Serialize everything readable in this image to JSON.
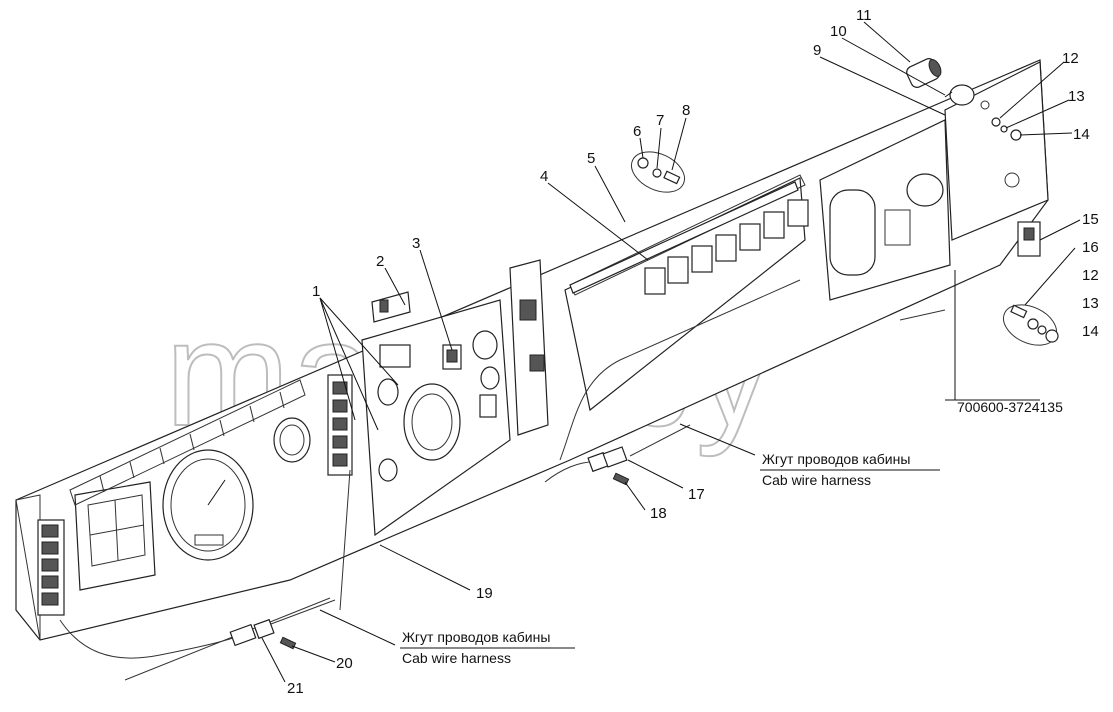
{
  "part_number": "700600-3724135",
  "watermark": "mazik.by",
  "harness_labels": [
    {
      "ru": "Жгут проводов кабины",
      "en": "Cab wire harness"
    },
    {
      "ru": "Жгут проводов кабины",
      "en": "Cab wire harness"
    }
  ],
  "callouts": [
    "1",
    "2",
    "3",
    "4",
    "5",
    "6",
    "7",
    "8",
    "9",
    "10",
    "11",
    "12",
    "13",
    "14",
    "15",
    "16",
    "12",
    "13",
    "14",
    "17",
    "18",
    "19",
    "20",
    "21"
  ]
}
